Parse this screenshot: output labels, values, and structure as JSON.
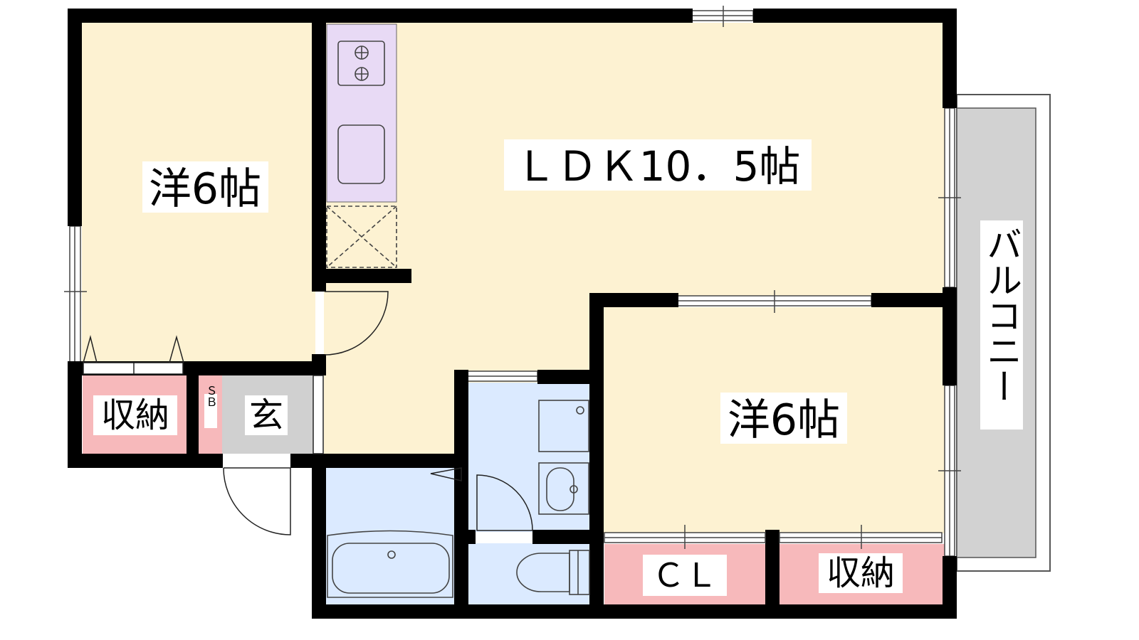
{
  "rooms": {
    "western_left": {
      "label": "洋6帖"
    },
    "ldk": {
      "label": "ＬＤＫ10．5帖"
    },
    "western_right": {
      "label": "洋6帖"
    },
    "storage_left": {
      "label": "収納"
    },
    "shoe_box": {
      "label": "ＳＢ"
    },
    "entrance": {
      "label": "玄"
    },
    "closet": {
      "label": "ＣＬ"
    },
    "storage_right": {
      "label": "収納"
    },
    "balcony": {
      "label": "バルコニー"
    }
  },
  "colors": {
    "room": "#fdf2d2",
    "wet_area": "#dbeaff",
    "storage": "#f7b9bb",
    "kitchen": "#e8daf5",
    "entrance": "#d0d0d0",
    "balcony": "#d2d2d2",
    "wall": "#000000"
  }
}
